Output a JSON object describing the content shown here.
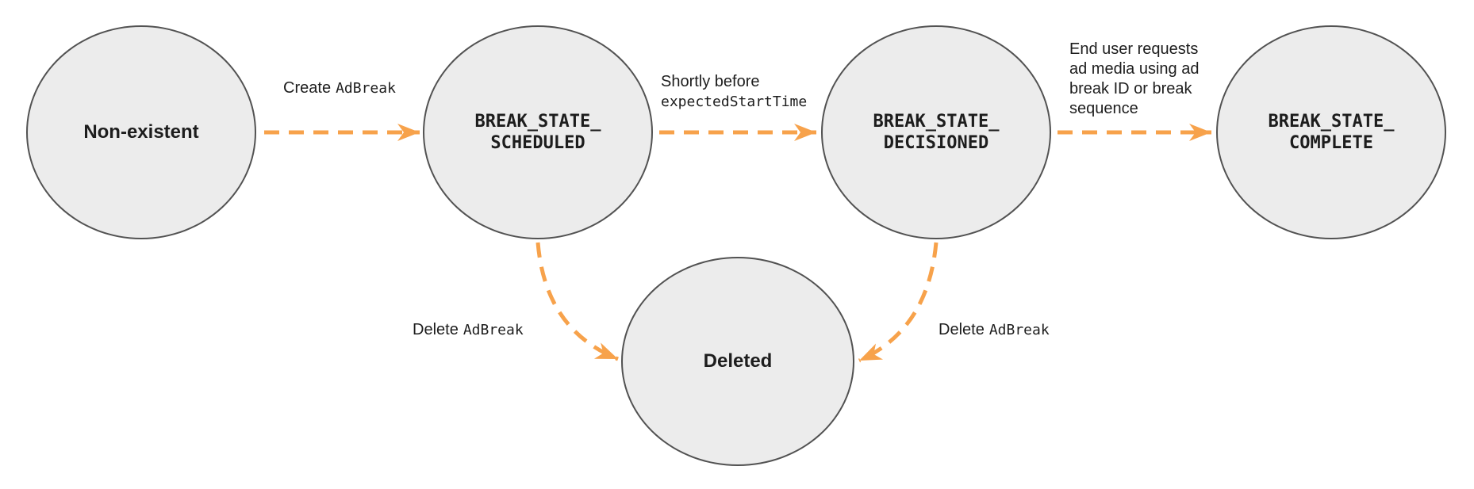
{
  "states": {
    "non_existent": {
      "label": "Non-existent"
    },
    "scheduled": {
      "name_line1": "BREAK_STATE_",
      "name_line2": "SCHEDULED"
    },
    "decisioned": {
      "name_line1": "BREAK_STATE_",
      "name_line2": "DECISIONED"
    },
    "complete": {
      "name_line1": "BREAK_STATE_",
      "name_line2": "COMPLETE"
    },
    "deleted": {
      "label": "Deleted"
    }
  },
  "transitions": {
    "create": {
      "text_plain": "Create",
      "text_code": "AdBreak"
    },
    "decision": {
      "line1": "Shortly before",
      "line2_code": "expectedStartTime"
    },
    "complete": {
      "line1": "End user requests",
      "line2": "ad media using ad",
      "line3": "break ID or break",
      "line4": "sequence"
    },
    "delete_from_scheduled": {
      "text_plain": "Delete",
      "text_code": "AdBreak"
    },
    "delete_from_decisioned": {
      "text_plain": "Delete",
      "text_code": "AdBreak"
    }
  },
  "colors": {
    "arrow_orange": "#F7A24B",
    "node_fill": "#ECECEC",
    "node_border": "#525252",
    "text": "#1D1D1D",
    "background": "#FFFFFF"
  }
}
